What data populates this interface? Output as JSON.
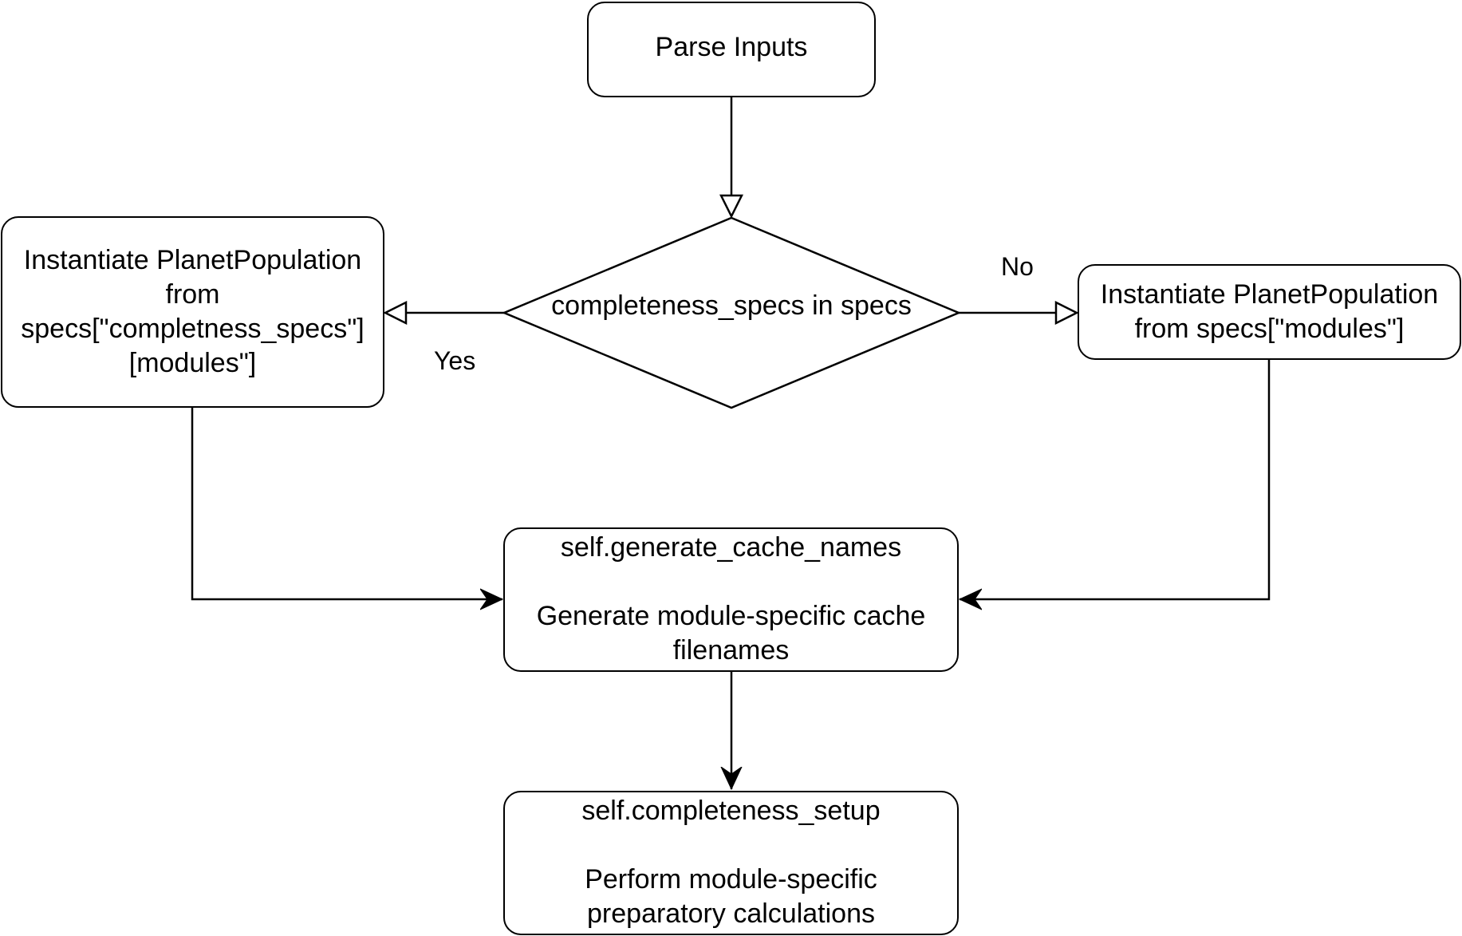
{
  "nodes": {
    "parse": {
      "lines": [
        "Parse Inputs"
      ]
    },
    "decision": {
      "lines": [
        "completeness_specs in specs"
      ]
    },
    "left": {
      "lines": [
        "Instantiate PlanetPopulation",
        "from",
        "specs[\"completness_specs\"]",
        "[modules\"]"
      ]
    },
    "right": {
      "lines": [
        "Instantiate PlanetPopulation",
        "from specs[\"modules\"]"
      ]
    },
    "cache": {
      "lines": [
        "self.generate_cache_names",
        "",
        "Generate module-specific cache",
        "filenames"
      ]
    },
    "setup": {
      "lines": [
        "self.completeness_setup",
        "",
        "Perform module-specific",
        "preparatory calculations"
      ]
    }
  },
  "edge_labels": {
    "yes": "Yes",
    "no": "No"
  }
}
